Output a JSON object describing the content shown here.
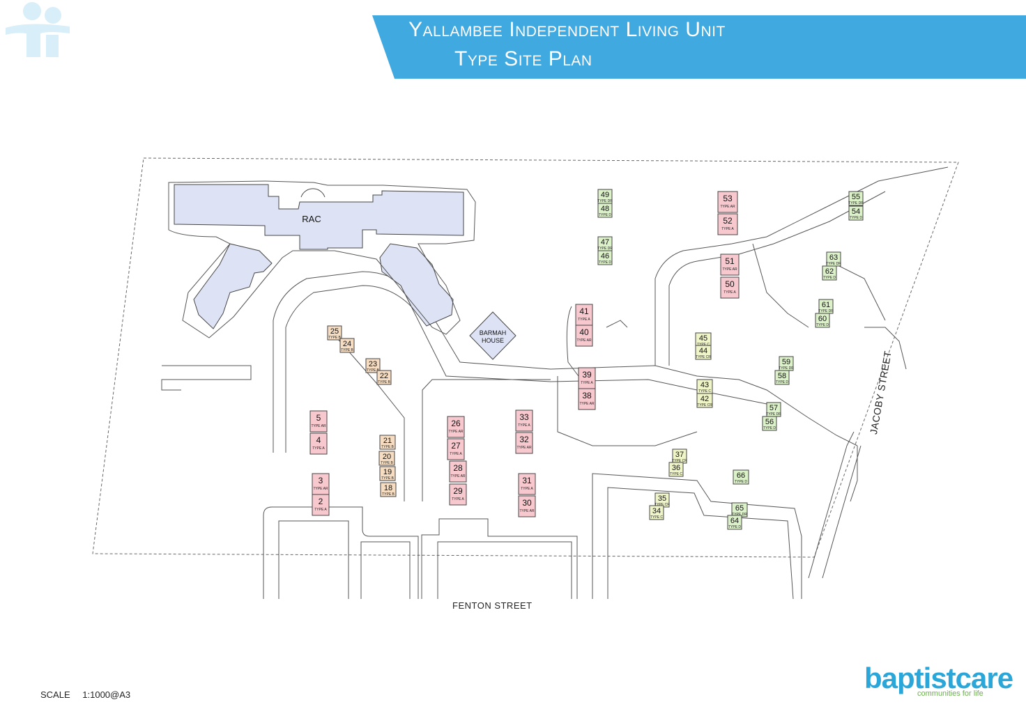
{
  "header": {
    "title_line1": "Yallambee Independent Living Unit",
    "title_line2": "Type Site Plan",
    "banner_color": "#3fa9e0"
  },
  "icons": [
    "people-icon",
    "brand-logo"
  ],
  "colors": {
    "rac": "#dde3f5",
    "type_a": "#f7c9cf",
    "type_b": "#f6dcc0",
    "type_c": "#f0f5c8",
    "type_d": "#dbf1c7"
  },
  "map": {
    "rac_label": "RAC",
    "barmah_line1": "BARMAH",
    "barmah_line2": "HOUSE",
    "street_south": "FENTON STREET",
    "street_east": "JACOBY STREET"
  },
  "units": [
    {
      "n": "49",
      "t": "TYPE DR",
      "c": "d"
    },
    {
      "n": "48",
      "t": "TYPE D",
      "c": "d"
    },
    {
      "n": "47",
      "t": "TYPE DR",
      "c": "d"
    },
    {
      "n": "46",
      "t": "TYPE D",
      "c": "d"
    },
    {
      "n": "53",
      "t": "TYPE AR",
      "c": "a"
    },
    {
      "n": "52",
      "t": "TYPE A",
      "c": "a"
    },
    {
      "n": "51",
      "t": "TYPE AR",
      "c": "a"
    },
    {
      "n": "50",
      "t": "TYPE A",
      "c": "a"
    },
    {
      "n": "55",
      "t": "TYPE DR",
      "c": "d"
    },
    {
      "n": "54",
      "t": "TYPE D",
      "c": "d"
    },
    {
      "n": "63",
      "t": "TYPE DR",
      "c": "d"
    },
    {
      "n": "62",
      "t": "TYPE D",
      "c": "d"
    },
    {
      "n": "61",
      "t": "TYPE DR",
      "c": "d"
    },
    {
      "n": "60",
      "t": "TYPE D",
      "c": "d"
    },
    {
      "n": "41",
      "t": "TYPE A",
      "c": "a"
    },
    {
      "n": "40",
      "t": "TYPE AR",
      "c": "a"
    },
    {
      "n": "39",
      "t": "TYPE A",
      "c": "a"
    },
    {
      "n": "38",
      "t": "TYPE AR",
      "c": "a"
    },
    {
      "n": "45",
      "t": "TYPE C",
      "c": "c"
    },
    {
      "n": "44",
      "t": "TYPE CR",
      "c": "c"
    },
    {
      "n": "43",
      "t": "TYPE C",
      "c": "c"
    },
    {
      "n": "42",
      "t": "TYPE CR",
      "c": "c"
    },
    {
      "n": "59",
      "t": "TYPE DR",
      "c": "d"
    },
    {
      "n": "58",
      "t": "TYPE D",
      "c": "d"
    },
    {
      "n": "57",
      "t": "TYPE DR",
      "c": "d"
    },
    {
      "n": "56",
      "t": "TYPE D",
      "c": "d"
    },
    {
      "n": "37",
      "t": "TYPE CR",
      "c": "c"
    },
    {
      "n": "36",
      "t": "TYPE C",
      "c": "c"
    },
    {
      "n": "35",
      "t": "TYPE CR",
      "c": "c"
    },
    {
      "n": "34",
      "t": "TYPE C",
      "c": "c"
    },
    {
      "n": "66",
      "t": "TYPE D",
      "c": "d"
    },
    {
      "n": "65",
      "t": "TYPE DR",
      "c": "d"
    },
    {
      "n": "64",
      "t": "TYPE D",
      "c": "d"
    },
    {
      "n": "25",
      "t": "TYPE B",
      "c": "b"
    },
    {
      "n": "24",
      "t": "TYPE B",
      "c": "b"
    },
    {
      "n": "23",
      "t": "TYPE B",
      "c": "b"
    },
    {
      "n": "22",
      "t": "TYPE B",
      "c": "b"
    },
    {
      "n": "5",
      "t": "TYPE AR",
      "c": "a"
    },
    {
      "n": "4",
      "t": "TYPE A",
      "c": "a"
    },
    {
      "n": "3",
      "t": "TYPE AR",
      "c": "a"
    },
    {
      "n": "2",
      "t": "TYPE A",
      "c": "a"
    },
    {
      "n": "21",
      "t": "TYPE B",
      "c": "b"
    },
    {
      "n": "20",
      "t": "TYPE B",
      "c": "b"
    },
    {
      "n": "19",
      "t": "TYPE B",
      "c": "b"
    },
    {
      "n": "18",
      "t": "TYPE B",
      "c": "b"
    },
    {
      "n": "26",
      "t": "TYPE AR",
      "c": "a"
    },
    {
      "n": "27",
      "t": "TYPE A",
      "c": "a"
    },
    {
      "n": "28",
      "t": "TYPE AR",
      "c": "a"
    },
    {
      "n": "29",
      "t": "TYPE A",
      "c": "a"
    },
    {
      "n": "33",
      "t": "TYPE A",
      "c": "a"
    },
    {
      "n": "32",
      "t": "TYPE AR",
      "c": "a"
    },
    {
      "n": "31",
      "t": "TYPE A",
      "c": "a"
    },
    {
      "n": "30",
      "t": "TYPE AR",
      "c": "a"
    }
  ],
  "footer": {
    "scale_label": "SCALE",
    "scale_value": "1:1000@A3",
    "brand": "baptistcare",
    "tagline": "communities for life"
  }
}
